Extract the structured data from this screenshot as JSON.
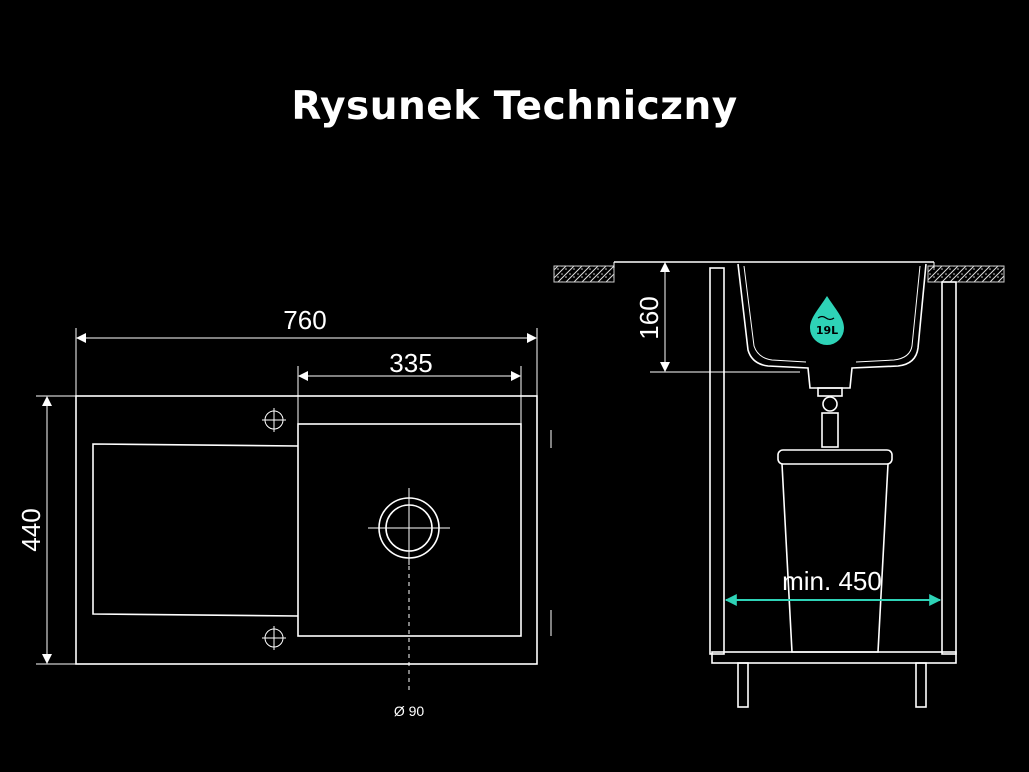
{
  "title": "Rysunek Techniczny",
  "top_view": {
    "width_label": "760",
    "bowl_width_label": "335",
    "depth_label": "440",
    "drain_label": "Ø 90"
  },
  "side_view": {
    "bowl_depth_label": "160",
    "cabinet_label": "min. 450",
    "capacity_badge": "19L",
    "capacity_icon": "water-drop-icon"
  },
  "colors": {
    "background": "#000000",
    "lines": "#ffffff",
    "accent": "#2ed3b7"
  }
}
